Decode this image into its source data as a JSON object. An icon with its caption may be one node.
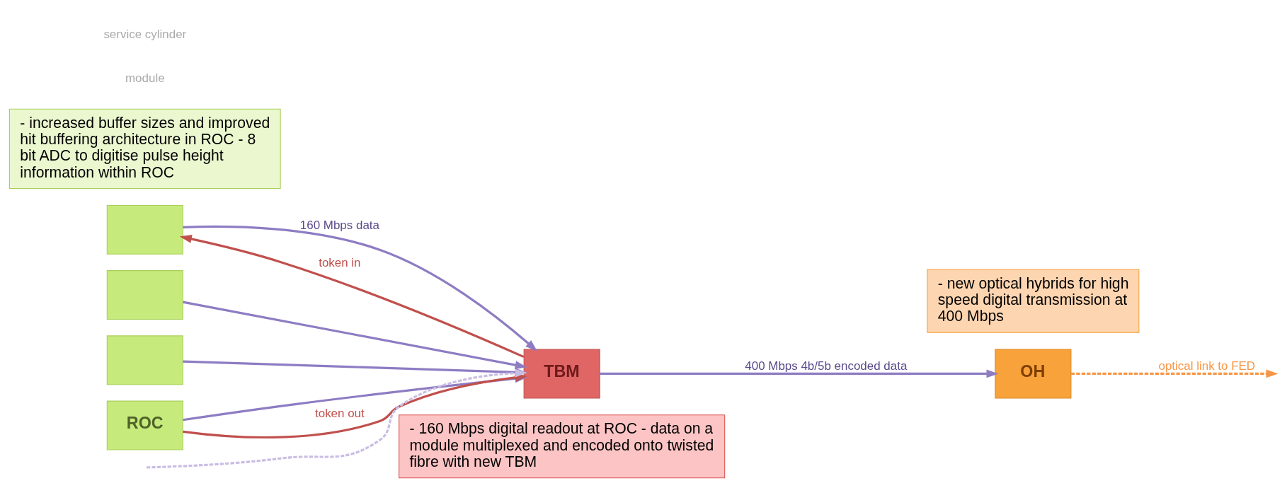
{
  "diagram": {
    "nodes": [
      {
        "text": [
          "- 160 Mbps digital readout at ROC - data on a module multiplexed and encoded onto twisted fibre with new TBM"
        ]
      },
      {
        "text": [],
        "shape": "box"
      },
      {
        "text": [],
        "shape": "box"
      },
      {
        "text": [],
        "shape": "box"
      },
      {
        "text": [
          "ROC"
        ]
      },
      {
        "text": [
          "TBM"
        ]
      },
      {
        "text": [
          "OH"
        ]
      },
      {
        "text": [
          "- new optical hybrids for high speed digital transmission at 400 Mbps"
        ]
      },
      {
        "text": [
          "- increased buffer sizes and improved hit buffering architecture in ROC - 8 bit ADC to digitise pulse height information within ROC"
        ]
      }
    ],
    "edges": [
      {
        "from": 1,
        "to": 5,
        "arrow": "to",
        "label": "160 Mbps data"
      },
      {
        "from": 2,
        "to": 5,
        "arrow": "to"
      },
      {
        "from": 3,
        "to": 5,
        "arrow": "to"
      },
      {
        "from": 4,
        "to": 5,
        "arrow": "to"
      },
      {
        "from": null,
        "to": 5,
        "arrow": "to",
        "style": "dashed",
        "color": "#c9bde3"
      },
      {
        "from": 5,
        "to": 1,
        "arrow": "to",
        "label": "token in",
        "color": "#c0504d"
      },
      {
        "from": 4,
        "to": 5,
        "arrow": "to",
        "label": "token out",
        "color": "#c0504d"
      },
      {
        "from": 5,
        "to": 6,
        "arrow": "to",
        "label": "400 Mbps 4b/5b encoded data"
      },
      {
        "from": 6,
        "to": null,
        "arrow": "to",
        "label": "optical link to FED",
        "style": "dashed",
        "color": "#f79646"
      }
    ],
    "labels": [
      "module",
      "service cylinder"
    ]
  }
}
